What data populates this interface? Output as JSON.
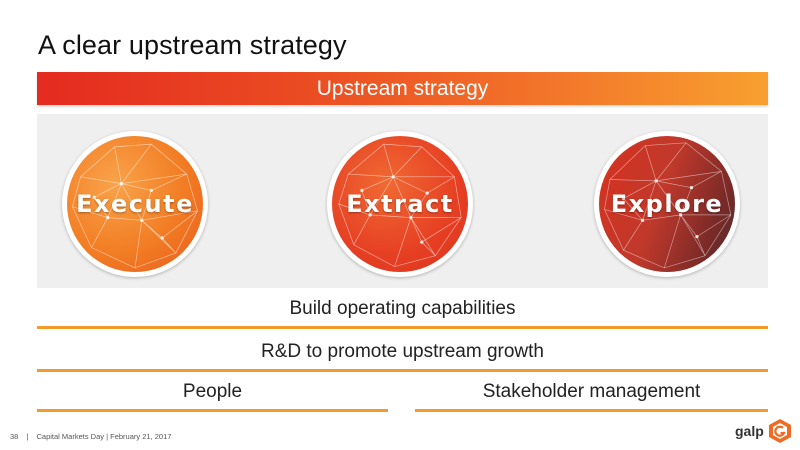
{
  "title": "A clear upstream strategy",
  "banner": {
    "label": "Upstream strategy"
  },
  "pillars": [
    {
      "label": "Execute"
    },
    {
      "label": "Extract"
    },
    {
      "label": "Explore"
    }
  ],
  "capabilities": {
    "build": "Build operating capabilities",
    "rnd": "R&D to promote upstream growth",
    "people": "People",
    "stakeholder": "Stakeholder management"
  },
  "footer": {
    "page_number": "38",
    "separator": "|",
    "event": "Capital Markets Day | February 21, 2017"
  },
  "logo": {
    "text": "galp"
  },
  "colors": {
    "accent_orange": "#f39a2c",
    "banner_start": "#e42b20",
    "banner_end": "#f8a02f",
    "panel_bg": "#efefef"
  }
}
